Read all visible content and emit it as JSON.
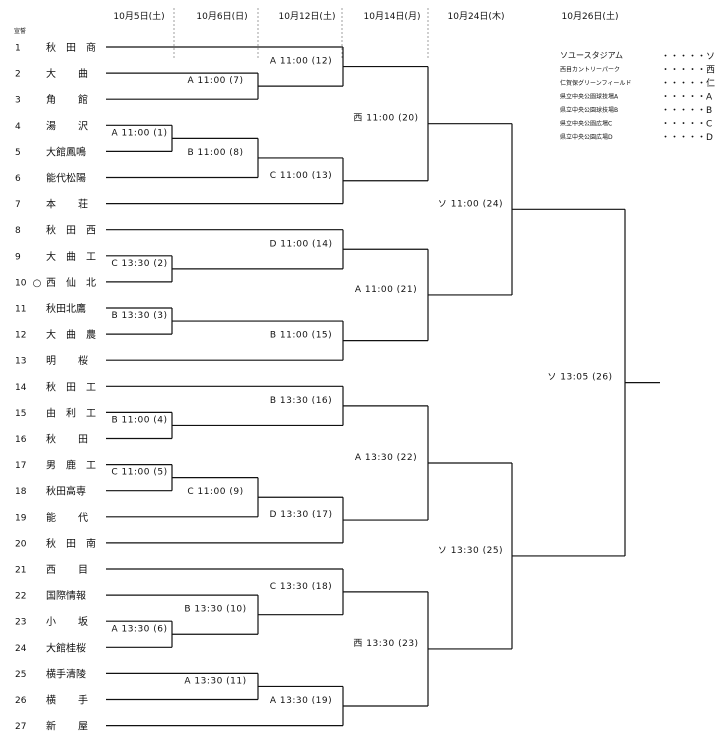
{
  "dates": [
    "10月5日(土)",
    "10月6日(日)",
    "10月12日(土)",
    "10月14日(月)",
    "10月24日(木)",
    "10月26日(土)"
  ],
  "seed_label": "宣誓",
  "teams": [
    {
      "num": "1",
      "name": "秋田商"
    },
    {
      "num": "2",
      "name": "大曲"
    },
    {
      "num": "3",
      "name": "角館"
    },
    {
      "num": "4",
      "name": "湯沢"
    },
    {
      "num": "5",
      "name": "大館鳳鳴"
    },
    {
      "num": "6",
      "name": "能代松陽"
    },
    {
      "num": "7",
      "name": "本荘"
    },
    {
      "num": "8",
      "name": "秋田西"
    },
    {
      "num": "9",
      "name": "大曲工"
    },
    {
      "num": "10",
      "name": "西仙北",
      "mark": "○"
    },
    {
      "num": "11",
      "name": "秋田北鷹"
    },
    {
      "num": "12",
      "name": "大曲農"
    },
    {
      "num": "13",
      "name": "明桜"
    },
    {
      "num": "14",
      "name": "秋田工"
    },
    {
      "num": "15",
      "name": "由利工"
    },
    {
      "num": "16",
      "name": "秋田"
    },
    {
      "num": "17",
      "name": "男鹿工"
    },
    {
      "num": "18",
      "name": "秋田高専"
    },
    {
      "num": "19",
      "name": "能代"
    },
    {
      "num": "20",
      "name": "秋田南"
    },
    {
      "num": "21",
      "name": "西目"
    },
    {
      "num": "22",
      "name": "国際情報"
    },
    {
      "num": "23",
      "name": "小坂"
    },
    {
      "num": "24",
      "name": "大館桂桜"
    },
    {
      "num": "25",
      "name": "横手清陵"
    },
    {
      "num": "26",
      "name": "横手"
    },
    {
      "num": "27",
      "name": "新屋"
    }
  ],
  "games": [
    {
      "id": 1,
      "label": "A 11:00 (1)"
    },
    {
      "id": 2,
      "label": "C 13:30 (2)"
    },
    {
      "id": 3,
      "label": "B 13:30 (3)"
    },
    {
      "id": 4,
      "label": "B 11:00 (4)"
    },
    {
      "id": 5,
      "label": "C 11:00 (5)"
    },
    {
      "id": 6,
      "label": "A 13:30 (6)"
    },
    {
      "id": 7,
      "label": "A 11:00 (7)"
    },
    {
      "id": 8,
      "label": "B 11:00 (8)"
    },
    {
      "id": 9,
      "label": "C 11:00 (9)"
    },
    {
      "id": 10,
      "label": "B 13:30 (10)"
    },
    {
      "id": 11,
      "label": "A 13:30 (11)"
    },
    {
      "id": 12,
      "label": "A 11:00 (12)"
    },
    {
      "id": 13,
      "label": "C 11:00 (13)"
    },
    {
      "id": 14,
      "label": "D 11:00 (14)"
    },
    {
      "id": 15,
      "label": "B 11:00 (15)"
    },
    {
      "id": 16,
      "label": "B 13:30 (16)"
    },
    {
      "id": 17,
      "label": "D 13:30 (17)"
    },
    {
      "id": 18,
      "label": "C 13:30 (18)"
    },
    {
      "id": 19,
      "label": "A 13:30 (19)"
    },
    {
      "id": 20,
      "label": "西 11:00 (20)"
    },
    {
      "id": 21,
      "label": "A 11:00 (21)"
    },
    {
      "id": 22,
      "label": "A 13:30 (22)"
    },
    {
      "id": 23,
      "label": "西 13:30 (23)"
    },
    {
      "id": 24,
      "label": "ソ 11:00 (24)"
    },
    {
      "id": 25,
      "label": "ソ 13:30 (25)"
    },
    {
      "id": 26,
      "label": "ソ 13:05 (26)"
    }
  ],
  "legend": [
    {
      "name": "ソユースタジアム",
      "abbr": "・・・・・ソ"
    },
    {
      "name": "西目カントリーパーク",
      "abbr": "・・・・・西"
    },
    {
      "name": "仁賀保グリーンフィールド",
      "abbr": "・・・・・仁"
    },
    {
      "name": "県立中央公園球技場A",
      "abbr": "・・・・・A"
    },
    {
      "name": "県立中央公園球技場B",
      "abbr": "・・・・・B"
    },
    {
      "name": "県立中央公園広場C",
      "abbr": "・・・・・C"
    },
    {
      "name": "県立中央公園広場D",
      "abbr": "・・・・・D"
    }
  ]
}
